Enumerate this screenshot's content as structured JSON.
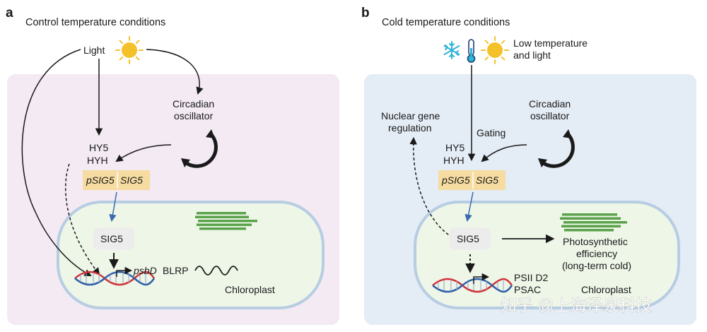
{
  "panel_a": {
    "letter": "a",
    "title": "Control temperature conditions",
    "light": "Light",
    "circadian_1": "Circadian",
    "circadian_2": "oscillator",
    "hy5": "HY5",
    "hyh": "HYH",
    "promoter": "pSIG5",
    "gene": "SIG5",
    "sig5": "SIG5",
    "psbd": "psbD",
    "blrp": "BLRP",
    "chloroplast": "Chloroplast"
  },
  "panel_b": {
    "letter": "b",
    "title": "Cold temperature conditions",
    "lowtemp_1": "Low temperature",
    "lowtemp_2": "and light",
    "nuclear_1": "Nuclear gene",
    "nuclear_2": "regulation",
    "gating": "Gating",
    "circadian_1": "Circadian",
    "circadian_2": "oscillator",
    "hy5": "HY5",
    "hyh": "HYH",
    "promoter": "pSIG5",
    "gene": "SIG5",
    "sig5": "SIG5",
    "photo_1": "Photosynthetic",
    "photo_2": "efficiency",
    "photo_3": "(long-term cold)",
    "psii": "PSII D2",
    "psac": "PSAC",
    "chloroplast": "Chloroplast"
  },
  "watermark": "知乎 @上海泽泉科技",
  "icons": [
    "sun-icon",
    "snowflake-icon",
    "thermometer-icon",
    "circadian-cycle-icon",
    "thylakoid-icon",
    "dna-helix-icon",
    "transcription-start-icon",
    "wave-icon"
  ],
  "colors": {
    "nucleus_a": "#f3eaf3",
    "nucleus_b": "#e4ecf5",
    "chloroplast_fill": "#eef6e8",
    "chloroplast_edge": "#b7cde2",
    "gene_box": "#f6dca0",
    "thylakoid": "#5aa24a",
    "arrow_blue": "#3c6ab0",
    "dna_red": "#d2333a",
    "dna_blue": "#2f5fa8",
    "snowflake": "#2fb3d8",
    "sun": "#f5c12b"
  }
}
